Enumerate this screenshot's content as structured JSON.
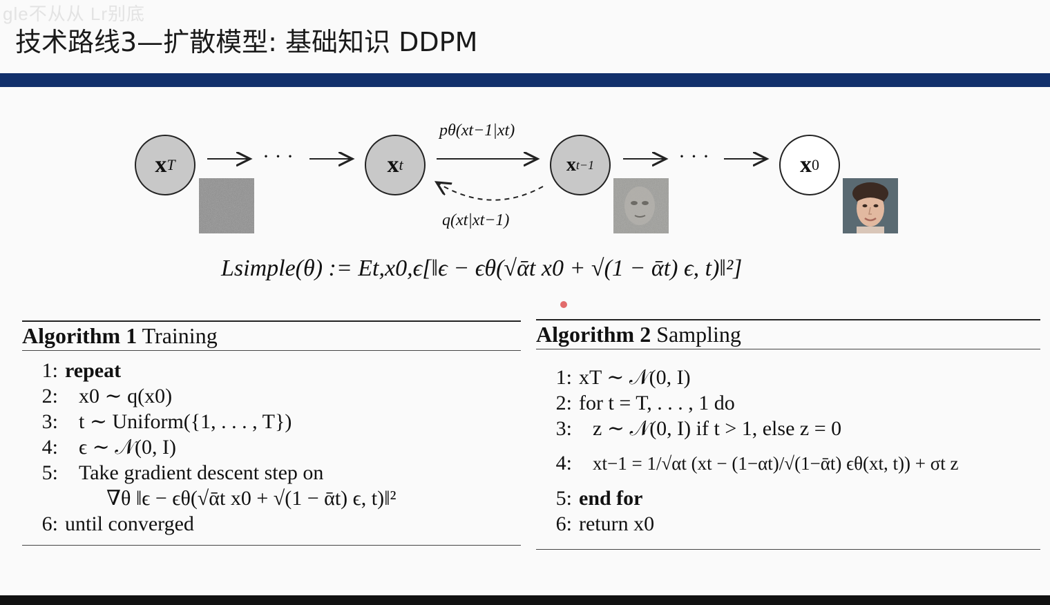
{
  "watermark": "gle不从从 Lr别底",
  "slide": {
    "title": "技术路线3—扩散模型: 基础知识 DDPM"
  },
  "diagram": {
    "nodes": [
      {
        "id": "xT",
        "symbol": "x",
        "sub": "T",
        "shade": "gray"
      },
      {
        "id": "xt",
        "symbol": "x",
        "sub": "t",
        "shade": "gray"
      },
      {
        "id": "xt1",
        "symbol": "x",
        "sub": "t−1",
        "shade": "gray"
      },
      {
        "id": "x0",
        "symbol": "x",
        "sub": "0",
        "shade": "white"
      }
    ],
    "ellipsis": "· · ·",
    "reverse_label": "pθ(xt−1|xt)",
    "forward_label": "q(xt|xt−1)",
    "colors": {
      "node_fill": "#c8c8c8",
      "node_stroke": "#222222"
    }
  },
  "loss": {
    "formula": "Lsimple(θ) := Et,x0,ϵ[‖ϵ − ϵθ(√ᾱt x0 + √(1 − ᾱt) ϵ, t)‖²]"
  },
  "algorithms": [
    {
      "label": "Algorithm 1",
      "name": "Training",
      "steps": [
        {
          "n": "1:",
          "text": "repeat"
        },
        {
          "n": "2:",
          "text": "x0 ∼ q(x0)"
        },
        {
          "n": "3:",
          "text": "t ∼ Uniform({1, . . . , T})"
        },
        {
          "n": "4:",
          "text": "ϵ ∼ 𝒩(0, I)"
        },
        {
          "n": "5:",
          "text": "Take gradient descent step on"
        },
        {
          "n": "",
          "text": "∇θ ‖ϵ − ϵθ(√ᾱt x0 + √(1 − ᾱt) ϵ, t)‖²"
        },
        {
          "n": "6:",
          "text": "until converged"
        }
      ]
    },
    {
      "label": "Algorithm 2",
      "name": "Sampling",
      "steps": [
        {
          "n": "1:",
          "text": "xT ∼ 𝒩(0, I)"
        },
        {
          "n": "2:",
          "text": "for t = T, . . . , 1 do"
        },
        {
          "n": "3:",
          "text": "z ∼ 𝒩(0, I) if t > 1, else z = 0"
        },
        {
          "n": "4:",
          "text": "xt−1 = 1/√αt (xt − (1−αt)/√(1−ᾱt) ϵθ(xt, t)) + σt z"
        },
        {
          "n": "5:",
          "text": "end for"
        },
        {
          "n": "6:",
          "text": "return x0"
        }
      ]
    }
  ],
  "colors": {
    "title_bar": "#12306b",
    "bottom_bar": "#111111",
    "background": "#fafafa"
  }
}
